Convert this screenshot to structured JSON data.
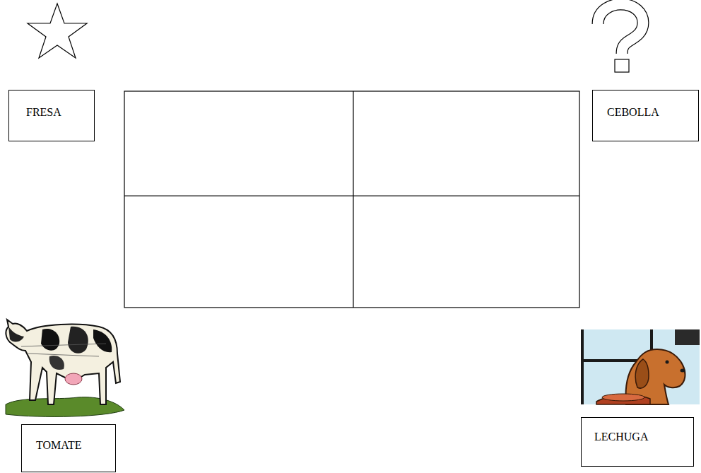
{
  "diagram": {
    "nodes": [
      {
        "text": [
          "FRESA"
        ]
      },
      {
        "text": [
          "CEBOLLA"
        ]
      },
      {
        "text": [
          "TOMATE"
        ]
      },
      {
        "text": [
          "LECHUGA"
        ]
      }
    ]
  }
}
